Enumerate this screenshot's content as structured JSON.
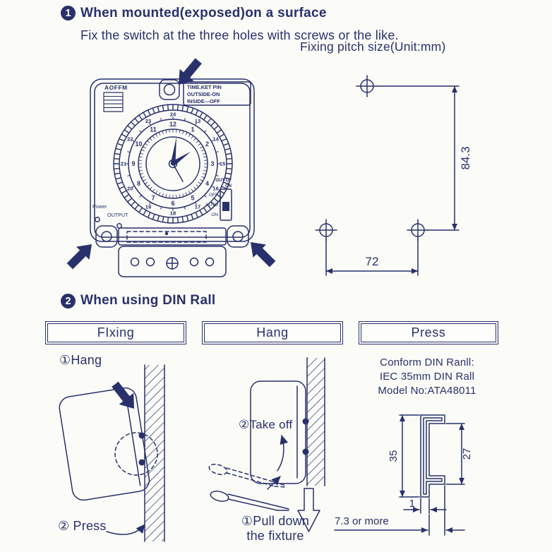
{
  "colors": {
    "ink": "#28316b",
    "background": "#fbfbf8"
  },
  "section1": {
    "step_number": "1",
    "title": "When mounted(exposed)on a surface",
    "subtitle": "Fix the switch at the three holes with screws or the like.",
    "pitch": {
      "title": "Fixing pitch size(Unit:mm)",
      "vertical_dim": "84.3",
      "horizontal_dim": "72"
    },
    "device": {
      "brand": "AOFFM",
      "pin_note": [
        "TIME.KET PIN",
        "OUTSIDE-ON",
        "INSIDE---OFF"
      ],
      "out_note": [
        "OUT OF",
        "ON"
      ],
      "switch_labels": [
        "OFF",
        "AUTO",
        "ON"
      ],
      "power_label": "Power",
      "output_label": "OUTPUT",
      "dial": {
        "inner": [
          "1",
          "2",
          "3",
          "4",
          "5",
          "6",
          "7",
          "8",
          "9",
          "10",
          "11",
          "12"
        ],
        "outer": [
          "13",
          "14",
          "15",
          "16",
          "17",
          "18",
          "19",
          "20",
          "21",
          "22",
          "23",
          "24"
        ]
      }
    }
  },
  "section2": {
    "step_number": "2",
    "title": "When using DIN Rall",
    "tabs": [
      "FIxing",
      "Hang",
      "Press"
    ],
    "left": {
      "step1": "①Hang",
      "step2": "② Press"
    },
    "middle": {
      "step_take_off": "②Take off",
      "step_pull_line1": "①Pull down",
      "step_pull_line2": "the fixture"
    },
    "right": {
      "note_lines": [
        "Conform DIN Ranll:",
        "IEC 35mm DIN Rall",
        "Model No:ATA48011"
      ],
      "dims": {
        "height": "35",
        "inner": "27",
        "lip": "1",
        "depth": "7.3 or more"
      }
    }
  }
}
